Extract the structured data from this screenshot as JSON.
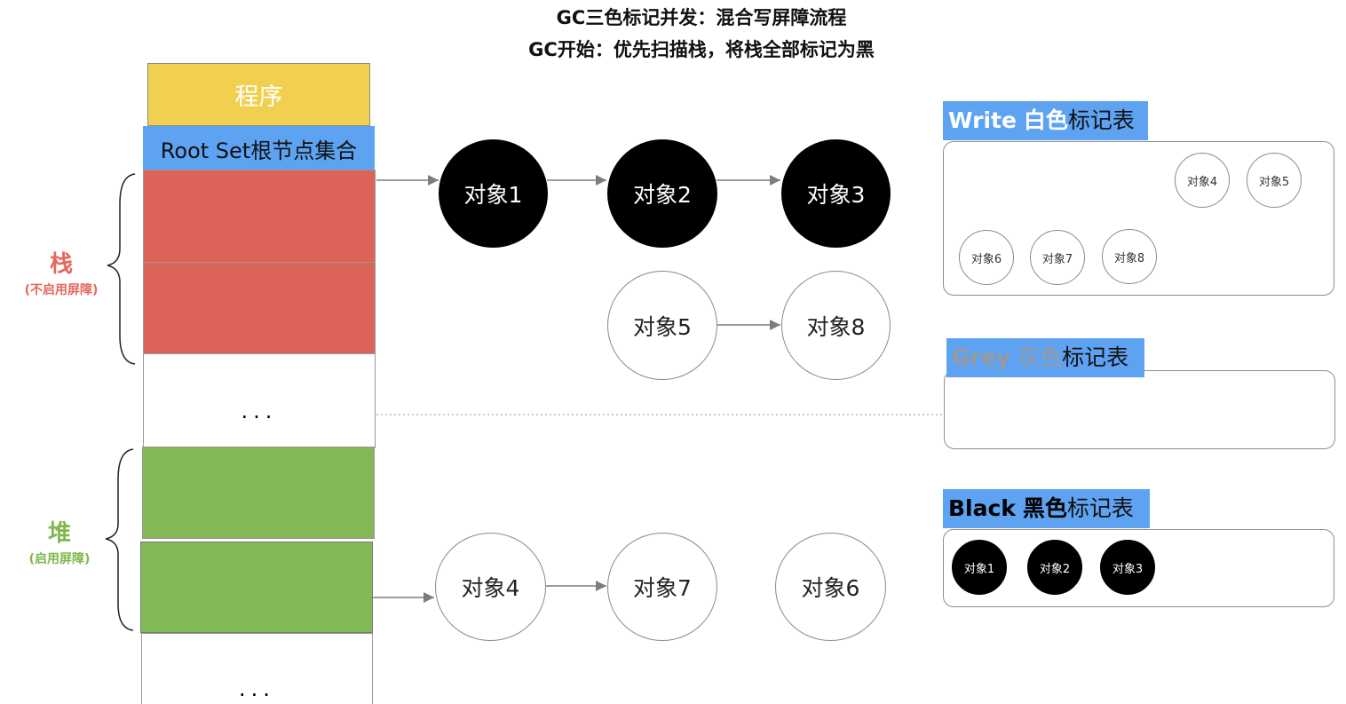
{
  "title": {
    "line1": "GC三色标记并发：混合写屏障流程",
    "line2": "GC开始：优先扫描栈，将栈全部标记为黑"
  },
  "colors": {
    "program": "#f0d04e",
    "root_set": "#5ea3f2",
    "stack": "#dc6358",
    "heap": "#82b955",
    "stack_label": "#e4685d",
    "heap_label": "#7fb84e",
    "grey_text": "#9a9a9a"
  },
  "left": {
    "program_label": "程序",
    "root_set_label": "Root Set根节点集合",
    "stack_title": "栈",
    "stack_note": "(不启用屏障)",
    "heap_title": "堆",
    "heap_note": "(启用屏障)",
    "ellipsis_top": "...",
    "ellipsis_bottom": "..."
  },
  "objects": {
    "obj1": "对象1",
    "obj2": "对象2",
    "obj3": "对象3",
    "obj5": "对象5",
    "obj8": "对象8",
    "obj4": "对象4",
    "obj7": "对象7",
    "obj6": "对象6"
  },
  "tables": {
    "white": {
      "keyword": "Write",
      "color_word": "白色",
      "suffix": "标记表",
      "items": [
        "对象4",
        "对象5",
        "对象6",
        "对象7",
        "对象8"
      ]
    },
    "grey": {
      "keyword": "Grey",
      "color_word": "灰色",
      "suffix": "标记表",
      "items": []
    },
    "black": {
      "keyword": "Black",
      "color_word": "黑色",
      "suffix": "标记表",
      "items": [
        "对象1",
        "对象2",
        "对象3"
      ]
    }
  }
}
